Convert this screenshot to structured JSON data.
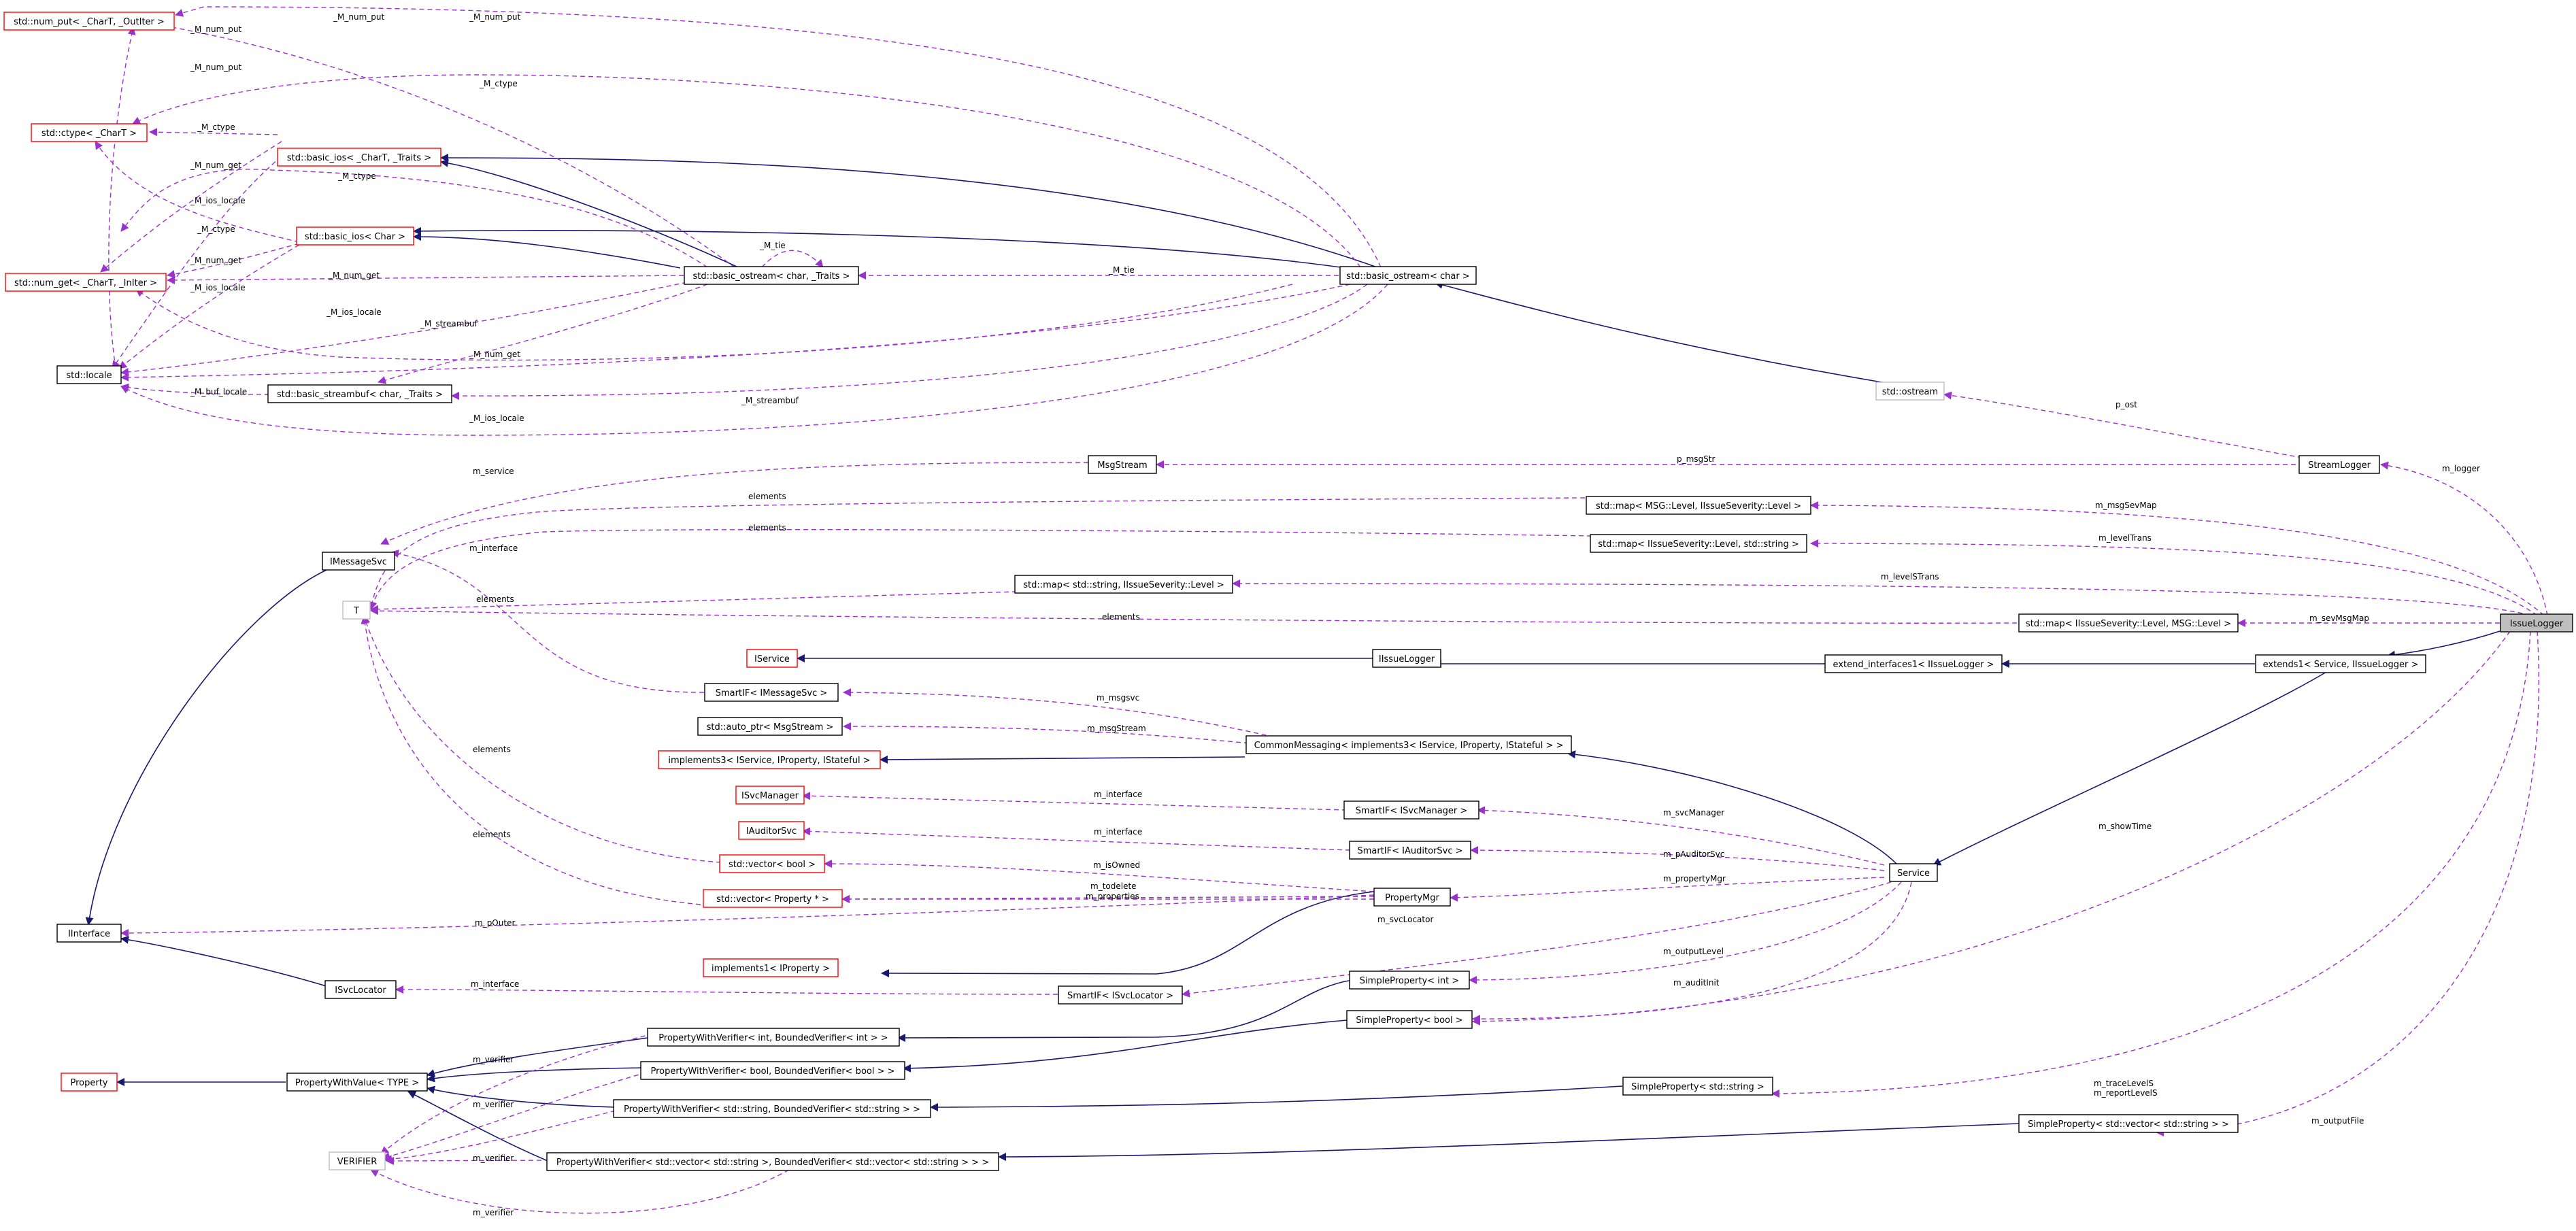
{
  "colors": {
    "inheritance_edge": "#191970",
    "usage_edge": "#9a32cd",
    "missing_node_border": "#ff0000",
    "external_node_border": "#bfbfbf",
    "selected_node_fill": "#bfbfbf"
  },
  "nodes": {
    "num_put": "std::num_put< _CharT, _OutIter >",
    "ctype": "std::ctype< _CharT >",
    "basic_ios_traits": "std::basic_ios< _CharT, _Traits >",
    "basic_ios_char": "std::basic_ios< Char >",
    "num_get": "std::num_get< _CharT, _InIter >",
    "basic_ostream_traits": "std::basic_ostream< char, _Traits >",
    "basic_ostream_char": "std::basic_ostream< char >",
    "locale": "std::locale",
    "streambuf": "std::basic_streambuf< char, _Traits >",
    "ostream": "std::ostream",
    "msgstream": "MsgStream",
    "streamlogger": "StreamLogger",
    "imessagesvc": "IMessageSvc",
    "map_msg_level": "std::map< MSG::Level, IIssueSeverity::Level >",
    "map_level_string": "std::map< IIssueSeverity::Level, std::string >",
    "map_string_level": "std::map< std::string, IIssueSeverity::Level >",
    "map_level_msg": "std::map< IIssueSeverity::Level, MSG::Level >",
    "t": "T",
    "iservice": "IService",
    "iissuelogger": "IIssueLogger",
    "extend_interfaces": "extend_interfaces1< IIssueLogger >",
    "extends1": "extends1< Service, IIssueLogger >",
    "issuelogger": "IssueLogger",
    "smartif_msgsvc": "SmartIF< IMessageSvc >",
    "auto_ptr": "std::auto_ptr< MsgStream >",
    "implements3": "implements3< IService, IProperty, IStateful >",
    "commonmessaging": "CommonMessaging< implements3< IService, IProperty, IStateful > >",
    "isvcmanager": "ISvcManager",
    "smartif_svcmanager": "SmartIF< ISvcManager >",
    "iauditorsvc": "IAuditorSvc",
    "smartif_auditorsvc": "SmartIF< IAuditorSvc >",
    "service": "Service",
    "vector_bool": "std::vector< bool >",
    "vector_property": "std::vector< Property * >",
    "propertymgr": "PropertyMgr",
    "iinterface": "IInterface",
    "implements1": "implements1< IProperty >",
    "isvclocator": "ISvcLocator",
    "smartif_svclocator": "SmartIF< ISvcLocator >",
    "simple_int": "SimpleProperty< int >",
    "simple_bool": "SimpleProperty< bool >",
    "pwv_int": "PropertyWithVerifier< int, BoundedVerifier< int > >",
    "pwv_bool": "PropertyWithVerifier< bool, BoundedVerifier< bool > >",
    "property": "Property",
    "pwvalue": "PropertyWithValue< TYPE >",
    "pwv_string": "PropertyWithVerifier< std::string, BoundedVerifier< std::string > >",
    "simple_string": "SimpleProperty< std::string >",
    "verifier": "VERIFIER",
    "pwv_vector": "PropertyWithVerifier< std::vector< std::string >, BoundedVerifier< std::vector< std::string > > >",
    "simple_vector": "SimpleProperty< std::vector< std::string > >"
  },
  "edge_labels": {
    "m_num_put": "_M_num_put",
    "m_ctype": "_M_ctype",
    "m_num_get": "_M_num_get",
    "m_ios_locale": "_M_ios_locale",
    "m_tie": "_M_tie",
    "m_streambuf": "_M_streambuf",
    "m_buf_locale": "_M_buf_locale",
    "p_ost": "p_ost",
    "p_msgstr": "p_msgStr",
    "m_service": "m_service",
    "m_logger": "m_logger",
    "elements": "elements",
    "m_msgsevmap": "m_msgSevMap",
    "m_leveltrans": "m_levelTrans",
    "m_interface": "m_interface",
    "m_levelstrans": "m_levelSTrans",
    "m_sevmsgmap": "m_sevMsgMap",
    "m_msgsvc": "m_msgsvc",
    "m_msgstream": "m_msgStream",
    "m_svcmanager": "m_svcManager",
    "m_showtime": "m_showTime",
    "m_pauditorsvc": "m_pAuditorSvc",
    "m_isowned": "m_isOwned",
    "m_todelete": "m_todelete",
    "m_properties": "m_properties",
    "m_propertymgr": "m_propertyMgr",
    "m_pouter": "m_pOuter",
    "m_svclocator": "m_svcLocator",
    "m_outputlevel": "m_outputLevel",
    "m_auditinit": "m_auditInit",
    "m_verifier": "m_verifier",
    "m_tracelevels": "m_traceLevelS",
    "m_reportlevels": "m_reportLevelS",
    "m_outputfile": "m_outputFile"
  }
}
